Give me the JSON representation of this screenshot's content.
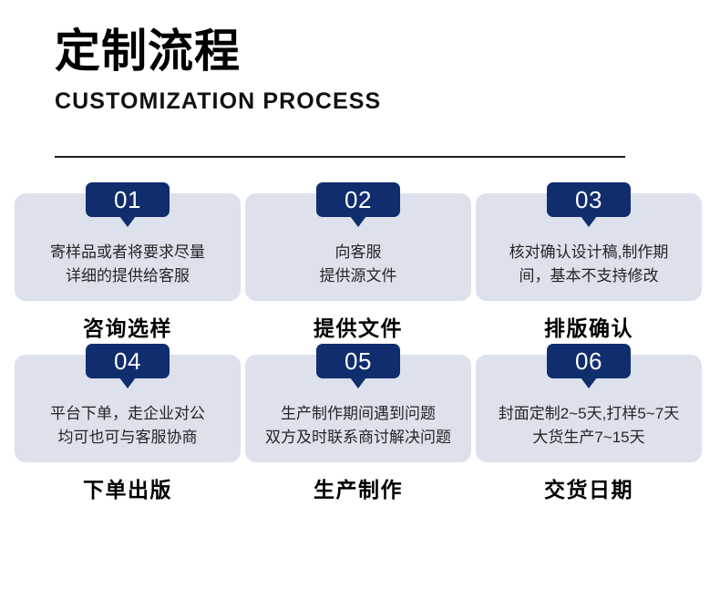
{
  "header": {
    "title_cn": "定制流程",
    "title_en": "CUSTOMIZATION PROCESS"
  },
  "colors": {
    "badge_navy": "#102e6d",
    "card_background": "#dde1ec",
    "body_text": "#262626",
    "title_text": "#000000",
    "page_background": "#ffffff",
    "divider": "#1f1f1f"
  },
  "steps": [
    {
      "number": "01",
      "body": "寄样品或者将要求尽量\n详细的提供给客服",
      "title": "咨询选样"
    },
    {
      "number": "02",
      "body": "向客服\n提供源文件",
      "title": "提供文件"
    },
    {
      "number": "03",
      "body": "核对确认设计稿,制作期\n间，基本不支持修改",
      "title": "排版确认"
    },
    {
      "number": "04",
      "body": "平台下单，走企业对公\n均可也可与客服协商",
      "title": "下单出版"
    },
    {
      "number": "05",
      "body": "生产制作期间遇到问题\n双方及时联系商讨解决问题",
      "title": "生产制作"
    },
    {
      "number": "06",
      "body": "封面定制2~5天,打样5~7天\n大货生产7~15天",
      "title": "交货日期"
    }
  ]
}
